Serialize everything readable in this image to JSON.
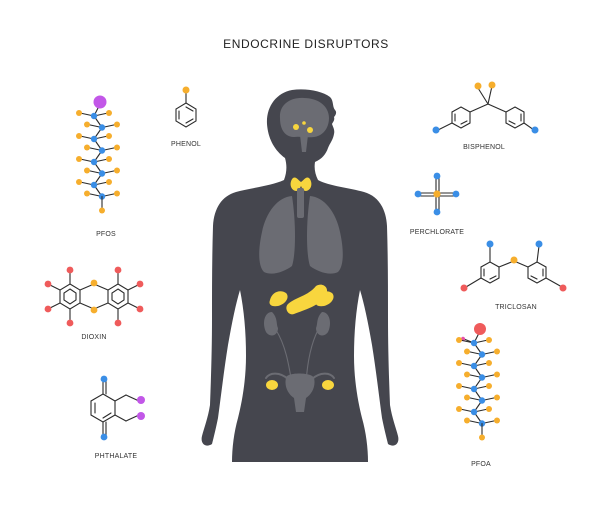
{
  "title": "ENDOCRINE DISRUPTORS",
  "colors": {
    "orange": "#f6ae2d",
    "blue": "#3a8ee6",
    "red": "#ef5b5b",
    "purple": "#c257e8",
    "pink": "#e552a8",
    "silhouette": "#45464e",
    "organ": "#6b6c73",
    "gland": "#f8d63e",
    "bond": "#2b2b2b"
  },
  "labels": {
    "pfos": "PFOS",
    "phenol": "PHENOL",
    "bisphenol": "BISPHENOL",
    "perchlorate": "PERCHLORATE",
    "triclosan": "TRICLOSAN",
    "dioxin": "DIOXIN",
    "phthalate": "PHTHALATE",
    "pfoa": "PFOA"
  }
}
